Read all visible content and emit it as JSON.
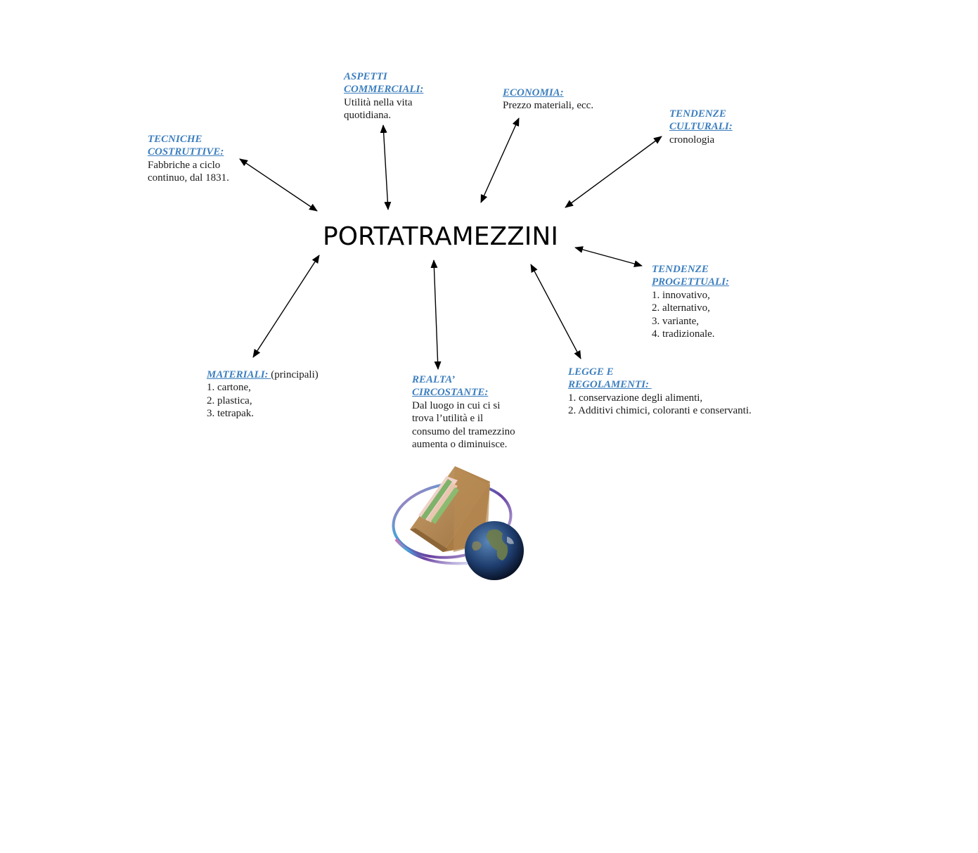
{
  "title": "PORTATRAMEZZINI",
  "nodes": {
    "tecniche": {
      "head1": "TECNICHE",
      "head2": "COSTRUTTIVE:",
      "lines": [
        "Fabbriche a ciclo",
        "continuo, dal 1831."
      ]
    },
    "aspetti": {
      "head1": "ASPETTI",
      "head2": "COMMERCIALI:",
      "lines": [
        "Utilità nella vita",
        "quotidiana."
      ]
    },
    "economia": {
      "head1": "ECONOMIA:",
      "lines": [
        "Prezzo materiali, ecc."
      ]
    },
    "culturali": {
      "head1": "TENDENZE",
      "head2": "CULTURALI:",
      "lines": [
        "cronologia"
      ]
    },
    "progettuali": {
      "head1": "TENDENZE",
      "head2": "PROGETTUALI:",
      "lines": [
        "1. innovativo,",
        "2. alternativo,",
        "3. variante,",
        "4. tradizionale."
      ]
    },
    "legge": {
      "head1": "LEGGE E",
      "head2": "REGOLAMENTI: ",
      "lines": [
        "1. conservazione degli alimenti,",
        "2. Additivi chimici, coloranti e conservanti."
      ]
    },
    "realta": {
      "head1": "REALTA’",
      "head2": "CIRCOSTANTE:",
      "lines": [
        "Dal luogo in cui ci si",
        "trova l’utilità e il",
        "consumo del tramezzino",
        "aumenta o diminuisce."
      ]
    },
    "materiali": {
      "head1": "MATERIALI: ",
      "suffix": "(principali)",
      "lines": [
        "1. cartone,",
        "2. plastica,",
        "3. tetrapak."
      ]
    }
  },
  "colors": {
    "heading": "#3d7fbf",
    "text": "#1a1a1a",
    "arrow": "#000000"
  },
  "picture": {
    "icon": "sandwich-box-with-earth-globe"
  }
}
